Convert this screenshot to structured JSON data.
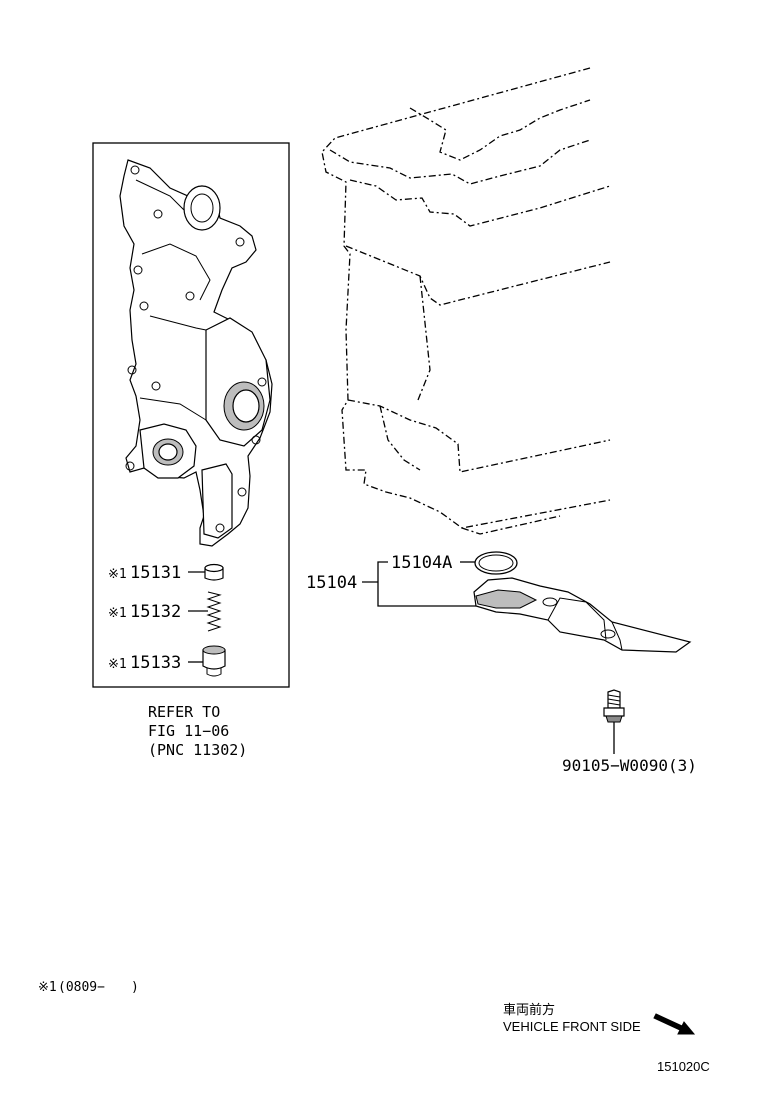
{
  "callouts": {
    "relief_valve": "15131",
    "spring": "15132",
    "plug": "15133",
    "oil_strainer": "15104",
    "gasket": "15104A",
    "bolt": "90105−W0090(3)"
  },
  "footnote_mark": "※1",
  "footnote_text": "(0809−　　)",
  "refer_note": {
    "line1": "REFER TO",
    "line2": "FIG 11−06",
    "line3": "(PNC 11302)"
  },
  "front_side": {
    "japanese": "車両前方",
    "english": "VEHICLE FRONT SIDE"
  },
  "illustration_code": "151020C"
}
